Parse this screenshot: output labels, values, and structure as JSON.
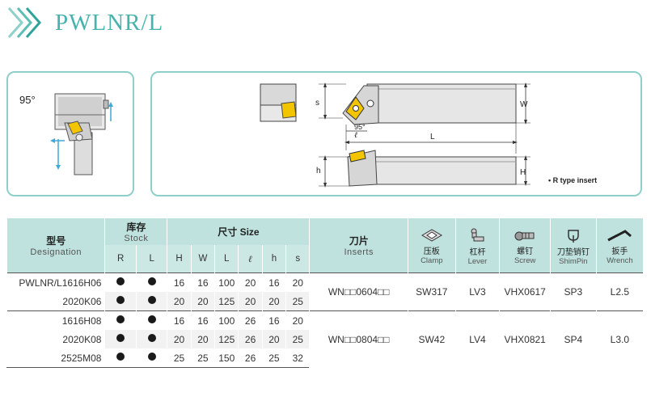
{
  "header": {
    "title": "PWLNR/L",
    "chevron_color": "#46b3ac"
  },
  "diagram_small": {
    "angle": "95°"
  },
  "diagram_main": {
    "labels": {
      "s": "s",
      "w": "W",
      "angle": "95°",
      "ell": "ℓ",
      "L": "L",
      "h": "h",
      "H": "H"
    },
    "legend": "• R type insert"
  },
  "table": {
    "headers": {
      "designation_cn": "型号",
      "designation_en": "Designation",
      "stock_cn": "库存",
      "stock_en": "Stock",
      "stock_r": "R",
      "stock_l": "L",
      "size": "尺寸 Size",
      "size_cols": [
        "H",
        "W",
        "L",
        "ℓ",
        "h",
        "s"
      ],
      "inserts_cn": "刀片",
      "inserts_en": "Inserts",
      "accessories": [
        {
          "cn": "压板",
          "en": "Clamp",
          "icon": "clamp-icon"
        },
        {
          "cn": "杠杆",
          "en": "Lever",
          "icon": "lever-icon"
        },
        {
          "cn": "螺钉",
          "en": "Screw",
          "icon": "screw-icon"
        },
        {
          "cn": "刀垫销钉",
          "en": "ShimPin",
          "icon": "shimpin-icon"
        },
        {
          "cn": "扳手",
          "en": "Wrench",
          "icon": "wrench-icon"
        }
      ]
    },
    "groups": [
      {
        "insert": "WN□□0604□□",
        "clamp": "SW317",
        "lever": "LV3",
        "screw": "VHX0617",
        "shimpin": "SP3",
        "wrench": "L2.5",
        "rows": [
          {
            "designation": "PWLNR/L1616H06",
            "H": "16",
            "W": "16",
            "L": "100",
            "ell": "20",
            "h": "16",
            "s": "20"
          },
          {
            "designation": "2020K06",
            "H": "20",
            "W": "20",
            "L": "125",
            "ell": "20",
            "h": "20",
            "s": "25"
          }
        ]
      },
      {
        "insert": "WN□□0804□□",
        "clamp": "SW42",
        "lever": "LV4",
        "screw": "VHX0821",
        "shimpin": "SP4",
        "wrench": "L3.0",
        "rows": [
          {
            "designation": "1616H08",
            "H": "16",
            "W": "16",
            "L": "100",
            "ell": "26",
            "h": "16",
            "s": "20"
          },
          {
            "designation": "2020K08",
            "H": "20",
            "W": "20",
            "L": "125",
            "ell": "26",
            "h": "20",
            "s": "25"
          },
          {
            "designation": "2525M08",
            "H": "25",
            "W": "25",
            "L": "150",
            "ell": "26",
            "h": "25",
            "s": "32"
          }
        ]
      }
    ]
  }
}
